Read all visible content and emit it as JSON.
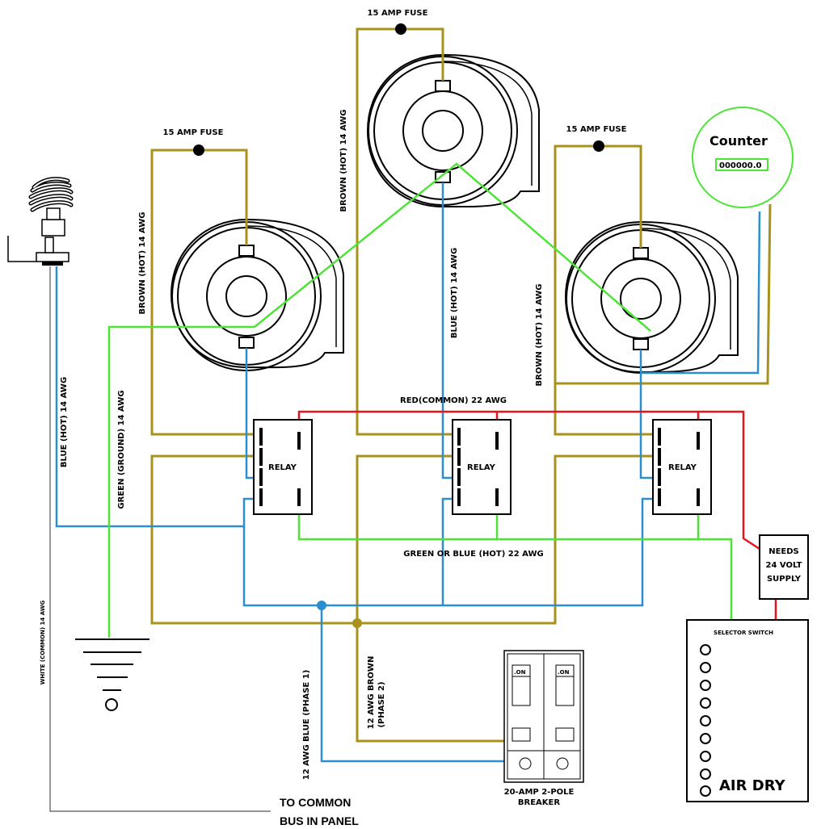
{
  "labels": {
    "fuse_top": "15 AMP FUSE",
    "fuse_left": "15 AMP FUSE",
    "fuse_right": "15 AMP FUSE",
    "counter_title": "Counter",
    "counter_value": "000000.0",
    "brown_left": "BROWN (HOT) 14 AWG",
    "brown_center": "BROWN (HOT) 14 AWG",
    "brown_right": "BROWN (HOT) 14 AWG",
    "blue_center": "BLUE (HOT) 14 AWG",
    "blue_left": "BLUE (HOT) 14 AWG",
    "green_ground": "GREEN (GROUND) 14 AWG",
    "white_common": "WHITE (COMMON) 14 AWG",
    "red_common": "RED(COMMON)  22 AWG",
    "green_or_blue": "GREEN OR BLUE (HOT) 22 AWG",
    "relay": "RELAY",
    "needs_line1": "NEEDS",
    "needs_line2": "24 VOLT",
    "needs_line3": "SUPPLY",
    "selector_switch": "SELECTOR SWITCH",
    "air_dry": "AIR DRY",
    "blue_phase1": "12 AWG BLUE (PHASE 1)",
    "brown_phase2_line1": "12 AWG BROWN",
    "brown_phase2_line2": "(PHASE 2)",
    "breaker_line1": "20-AMP 2-POLE",
    "breaker_line2": "BREAKER",
    "breaker_on": ".ON",
    "to_common_line1": "TO COMMON",
    "to_common_line2": "BUS IN PANEL"
  },
  "colors": {
    "brown_wire": "#a8921c",
    "blue_wire": "#2a8ecf",
    "green_wire": "#4ee337",
    "red_wire": "#e5141e",
    "white_wire": "#555555"
  },
  "icons": [
    "light-bulb-icon",
    "ground-symbol-icon",
    "blower-icon",
    "relay-icon",
    "breaker-icon",
    "counter-icon",
    "selector-switch-icon"
  ]
}
